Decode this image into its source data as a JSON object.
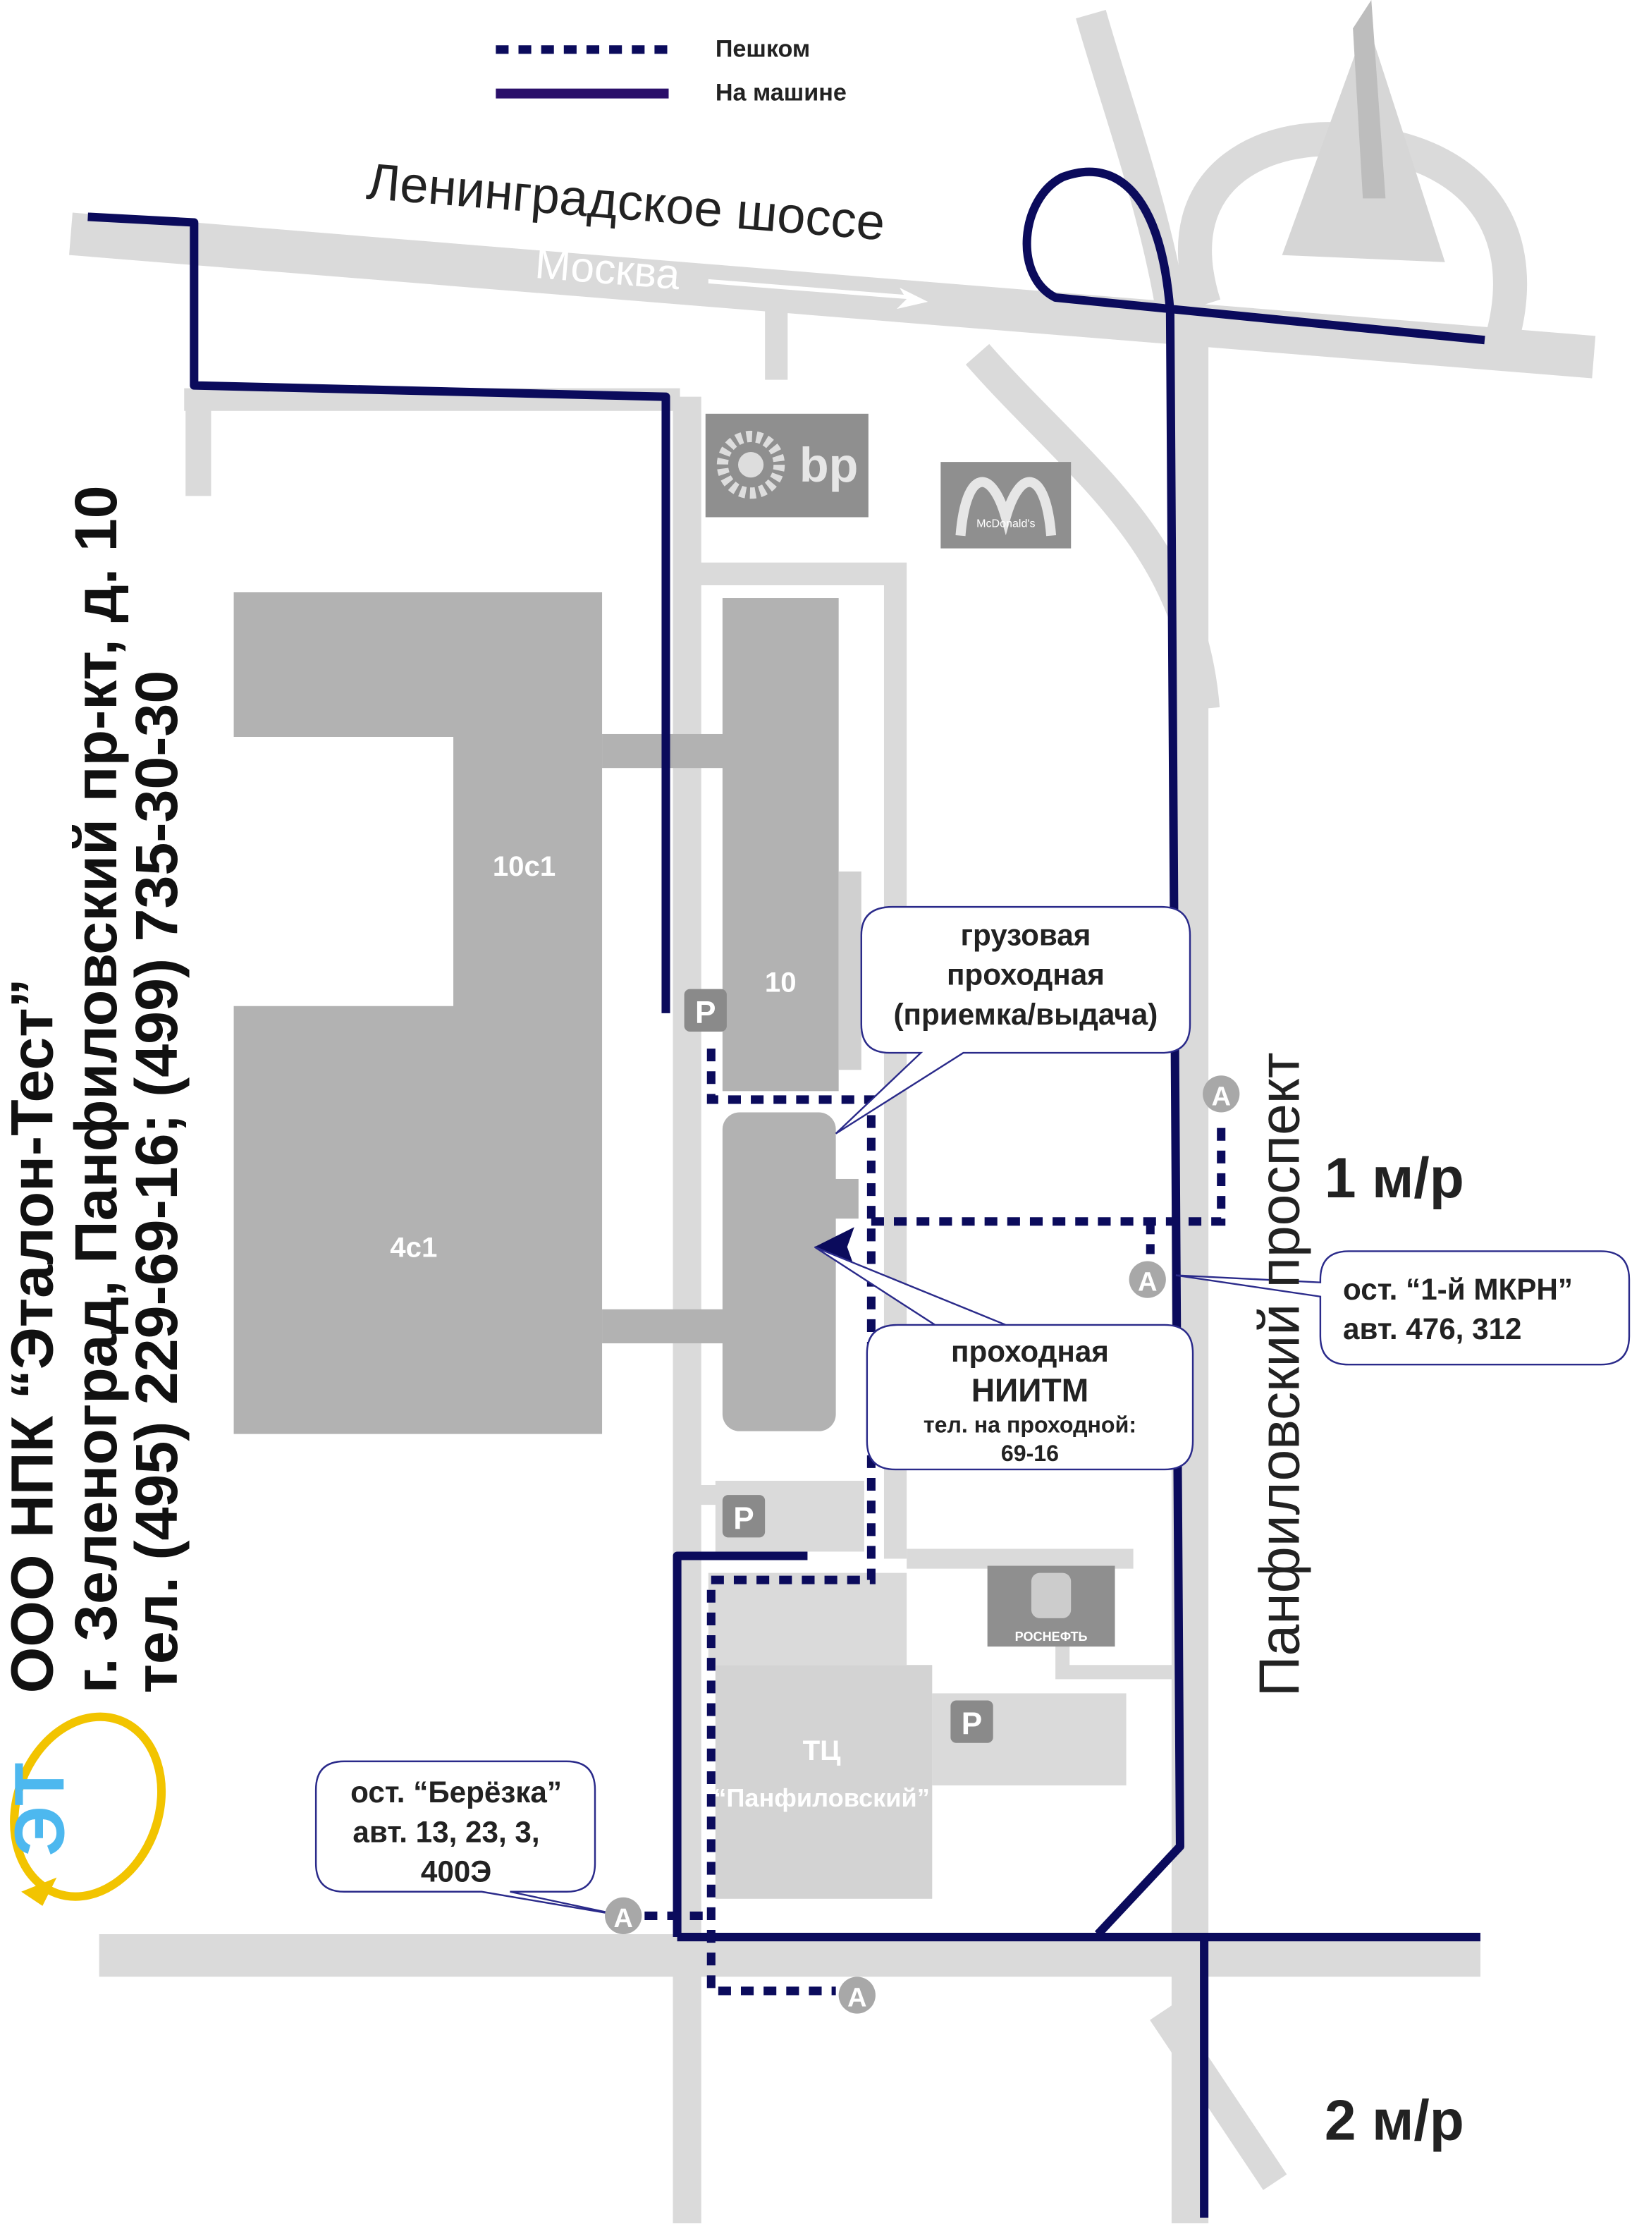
{
  "legend": {
    "walk": "Пешком",
    "car": "На машине"
  },
  "roads": {
    "highway": "Ленинградское шоссе",
    "direction": "Москва",
    "avenue": "Панфиловский проспект"
  },
  "districts": {
    "d1": "1 м/р",
    "d2": "2 м/р"
  },
  "buildings": {
    "b10c1": "10с1",
    "b4c1": "4с1",
    "b10": "10",
    "mall_1": "ТЦ",
    "mall_2": "“Панфиловский”"
  },
  "logos": {
    "bp": "bp",
    "mcd": "McDonald's",
    "rosneft": "РОСНЕФТЬ",
    "company_logo": "ЭТ"
  },
  "parking": "P",
  "stop": "A",
  "callouts": {
    "cargo": [
      "грузовая",
      "проходная",
      "(приемка/выдача)"
    ],
    "main": {
      "l1": "проходная",
      "l2": "НИИТМ",
      "l3": "тел. на проходной:",
      "l4": "69-16"
    },
    "stop1": [
      "ост. “1-й МКРН”",
      "авт. 476, 312"
    ],
    "stop2": [
      "ост. “Берёзка”",
      "авт. 13, 23, 3,",
      "400Э"
    ]
  },
  "company": {
    "name": "ООО НПК “Эталон-Тест”",
    "address": "г. Зеленоград, Панфиловский пр-кт, д. 10",
    "phone": "тел. (495) 229-69-16; (499) 735-30-30"
  },
  "colors": {
    "route": "#0b0b5c",
    "road": "#dadada",
    "building": "#b2b2b2"
  }
}
